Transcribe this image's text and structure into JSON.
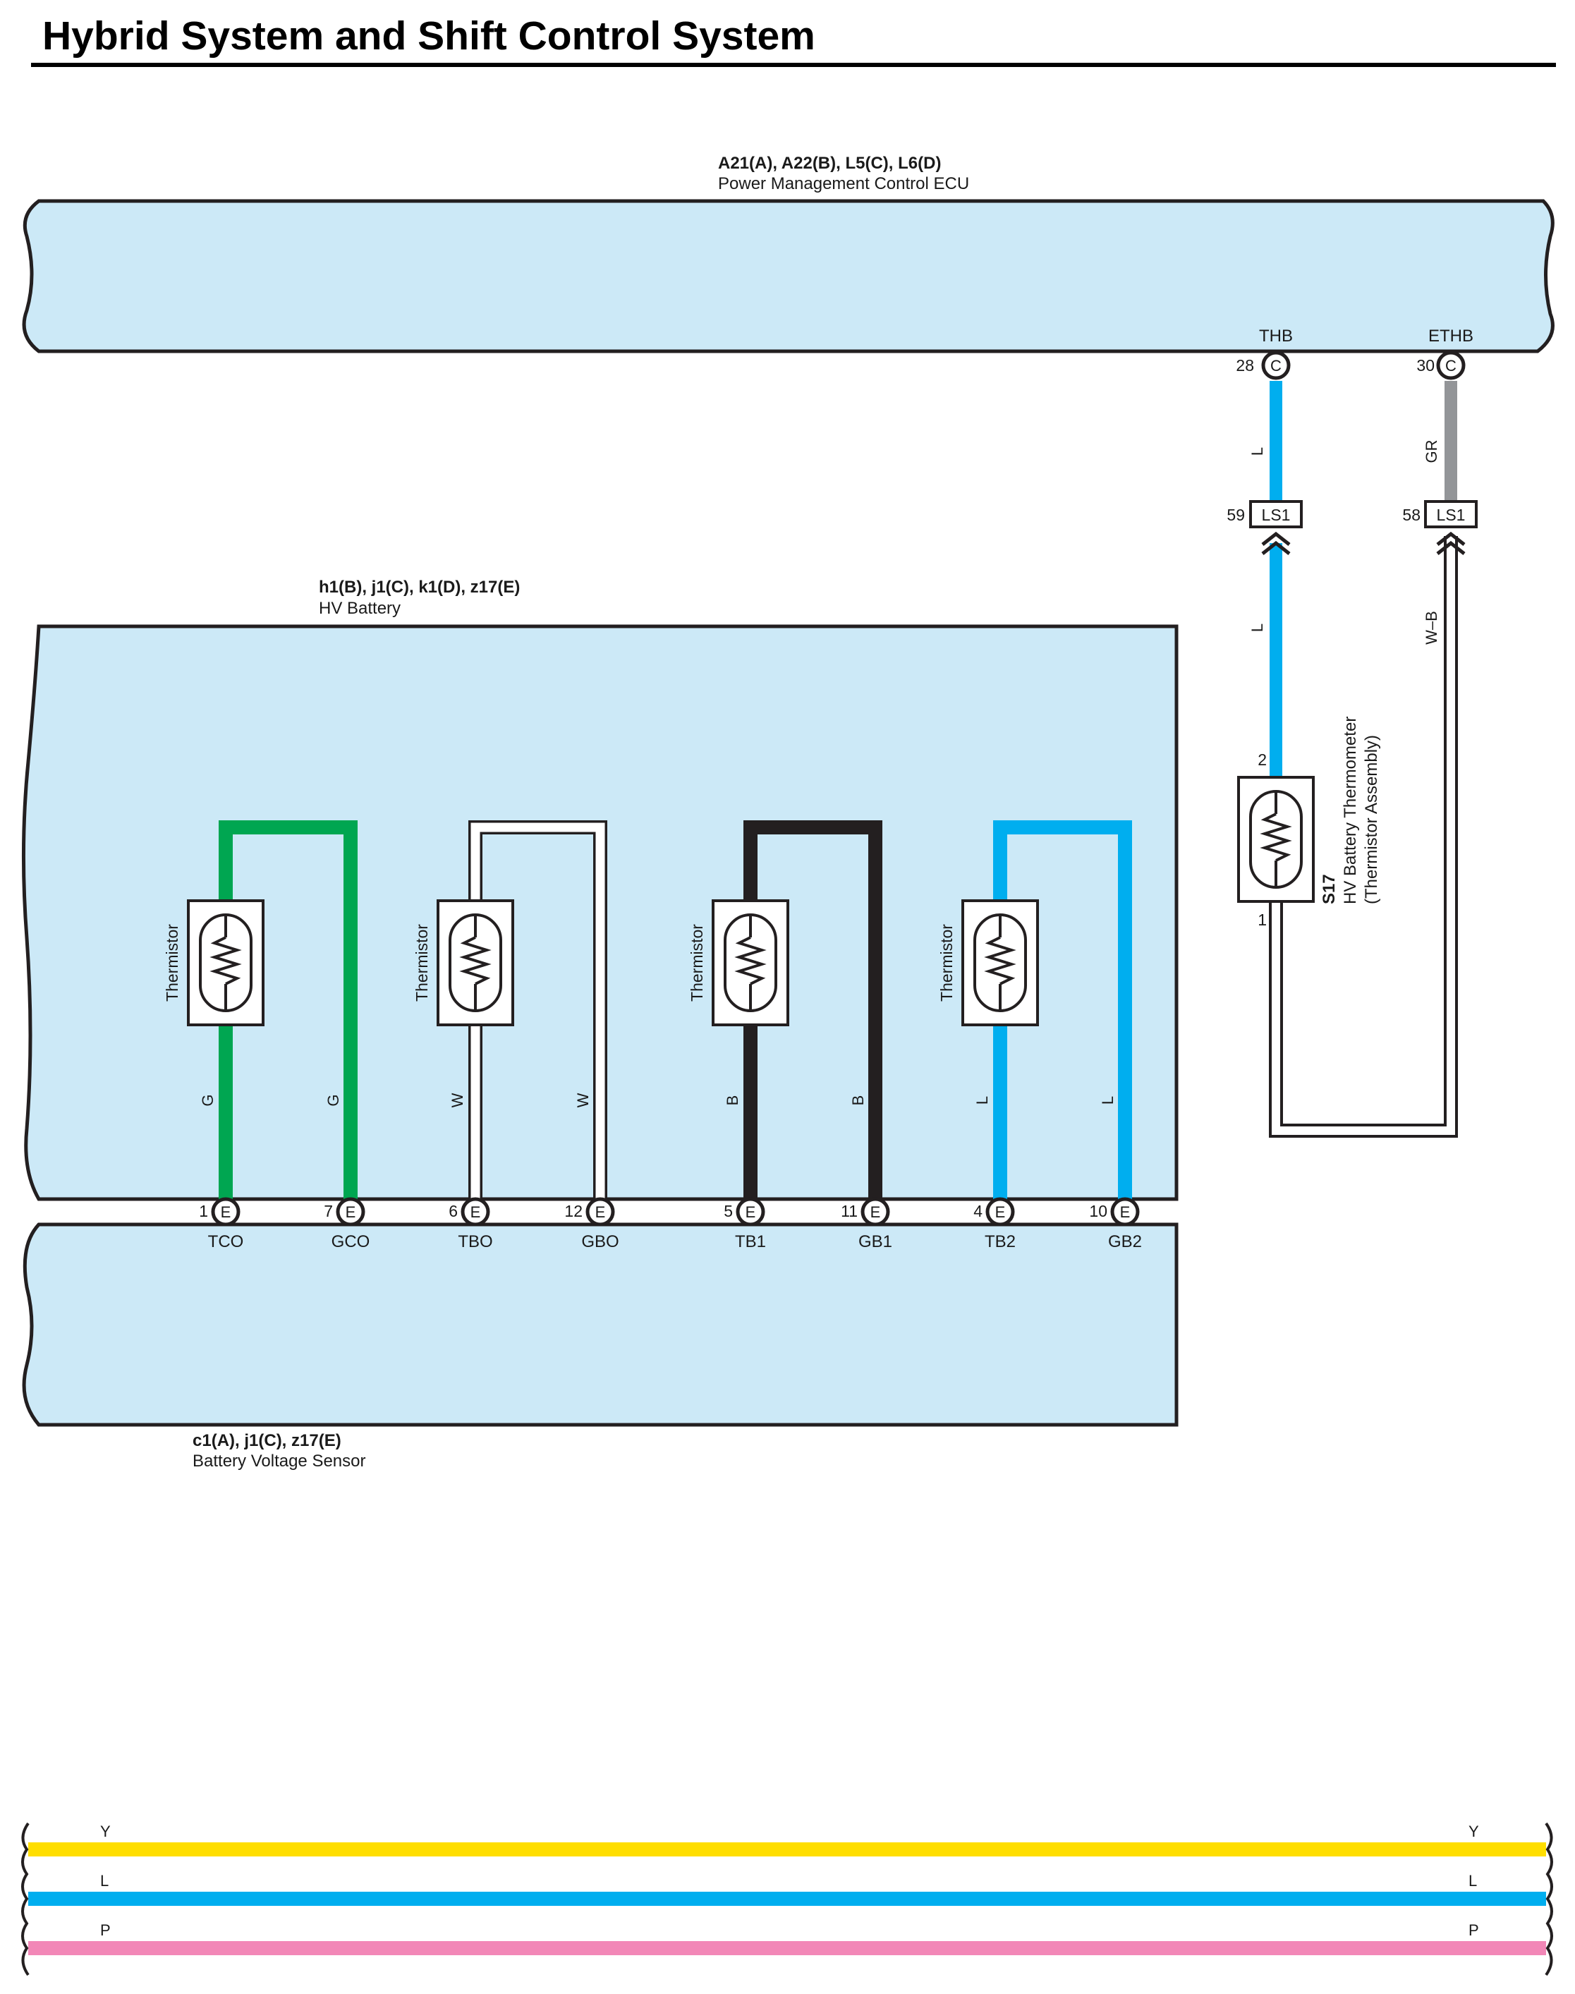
{
  "title": "Hybrid System and Shift Control System",
  "colors": {
    "component_fill": "#cce9f7",
    "G": "#00a651",
    "W": "#ffffff",
    "B": "#231f20",
    "L": "#00aeef",
    "GR": "#939598",
    "Y": "#ffde00",
    "P": "#f287b7"
  },
  "ecu": {
    "codes": "A21(A), A22(B), L5(C), L6(D)",
    "name": "Power Management Control ECU"
  },
  "ecu_pins": [
    {
      "number": "28",
      "connector": "C",
      "signal": "THB",
      "wire": "L"
    },
    {
      "number": "30",
      "connector": "C",
      "signal": "ETHB",
      "wire": "GR"
    }
  ],
  "junction": [
    {
      "number": "59",
      "label": "LS1",
      "wire_below": "L"
    },
    {
      "number": "58",
      "label": "LS1",
      "wire_below": "W–B"
    }
  ],
  "thermometer": {
    "code": "S17",
    "name": "HV Battery Thermometer",
    "sub": "(Thermistor Assembly)",
    "pin_top": "2",
    "pin_bottom": "1",
    "icon": "thermistor-icon"
  },
  "battery": {
    "codes": "h1(B), j1(C), k1(D), z17(E)",
    "name": "HV Battery"
  },
  "sensor": {
    "codes": "c1(A), j1(C), z17(E)",
    "name": "Battery Voltage Sensor"
  },
  "thermistors": [
    {
      "label": "Thermistor",
      "wire": "G",
      "left_pin": {
        "number": "1",
        "connector": "E",
        "signal": "TCO"
      },
      "right_pin": {
        "number": "7",
        "connector": "E",
        "signal": "GCO"
      }
    },
    {
      "label": "Thermistor",
      "wire": "W",
      "left_pin": {
        "number": "6",
        "connector": "E",
        "signal": "TBO"
      },
      "right_pin": {
        "number": "12",
        "connector": "E",
        "signal": "GBO"
      }
    },
    {
      "label": "Thermistor",
      "wire": "B",
      "left_pin": {
        "number": "5",
        "connector": "E",
        "signal": "TB1"
      },
      "right_pin": {
        "number": "11",
        "connector": "E",
        "signal": "GB1"
      }
    },
    {
      "label": "Thermistor",
      "wire": "L",
      "left_pin": {
        "number": "4",
        "connector": "E",
        "signal": "TB2"
      },
      "right_pin": {
        "number": "10",
        "connector": "E",
        "signal": "GB2"
      }
    }
  ],
  "legend_bars": [
    {
      "code": "Y"
    },
    {
      "code": "L"
    },
    {
      "code": "P"
    }
  ]
}
